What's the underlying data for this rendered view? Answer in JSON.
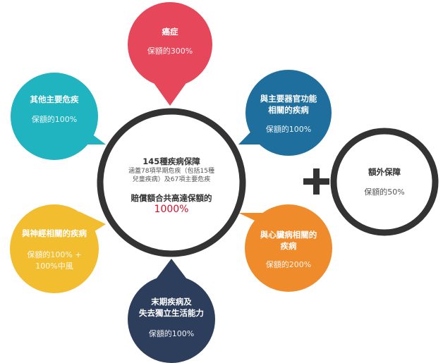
{
  "center": {
    "title": "145種疾病保障",
    "desc_line1": "涵蓋78項早期危疾（包括15種",
    "desc_line2": "兒童疾病）及67項主要危疾",
    "payout_label": "賠償額合共高達保額的",
    "payout_value": "1000%"
  },
  "nodes": {
    "cancer": {
      "title": "癌症",
      "coverage": "保額的300%",
      "color": "#e6475a"
    },
    "organ": {
      "title_line1": "與主要器官功能",
      "title_line2": "相關的疾病",
      "coverage": "保額的100%",
      "color": "#1f6f9e"
    },
    "heart": {
      "title_line1": "與心臟病相關的",
      "title_line2": "疾病",
      "coverage": "保額的200%",
      "color": "#f08b2c"
    },
    "terminal": {
      "title_line1": "末期疾病及",
      "title_line2": "失去獨立生活能力",
      "coverage": "保額的100%",
      "color": "#2d3e5c"
    },
    "nerve": {
      "title": "與神經相關的疾病",
      "coverage_line1": "保額的100% +",
      "coverage_line2": "100%中風",
      "color": "#f2bd2f"
    },
    "other": {
      "title": "其他主要危疾",
      "coverage": "保額的100%",
      "color": "#20b3c0"
    }
  },
  "plus_sign": "+",
  "extra": {
    "title": "額外保障",
    "coverage": "保額的50%"
  },
  "colors": {
    "ring": "#333333",
    "accent": "#d0112b"
  }
}
